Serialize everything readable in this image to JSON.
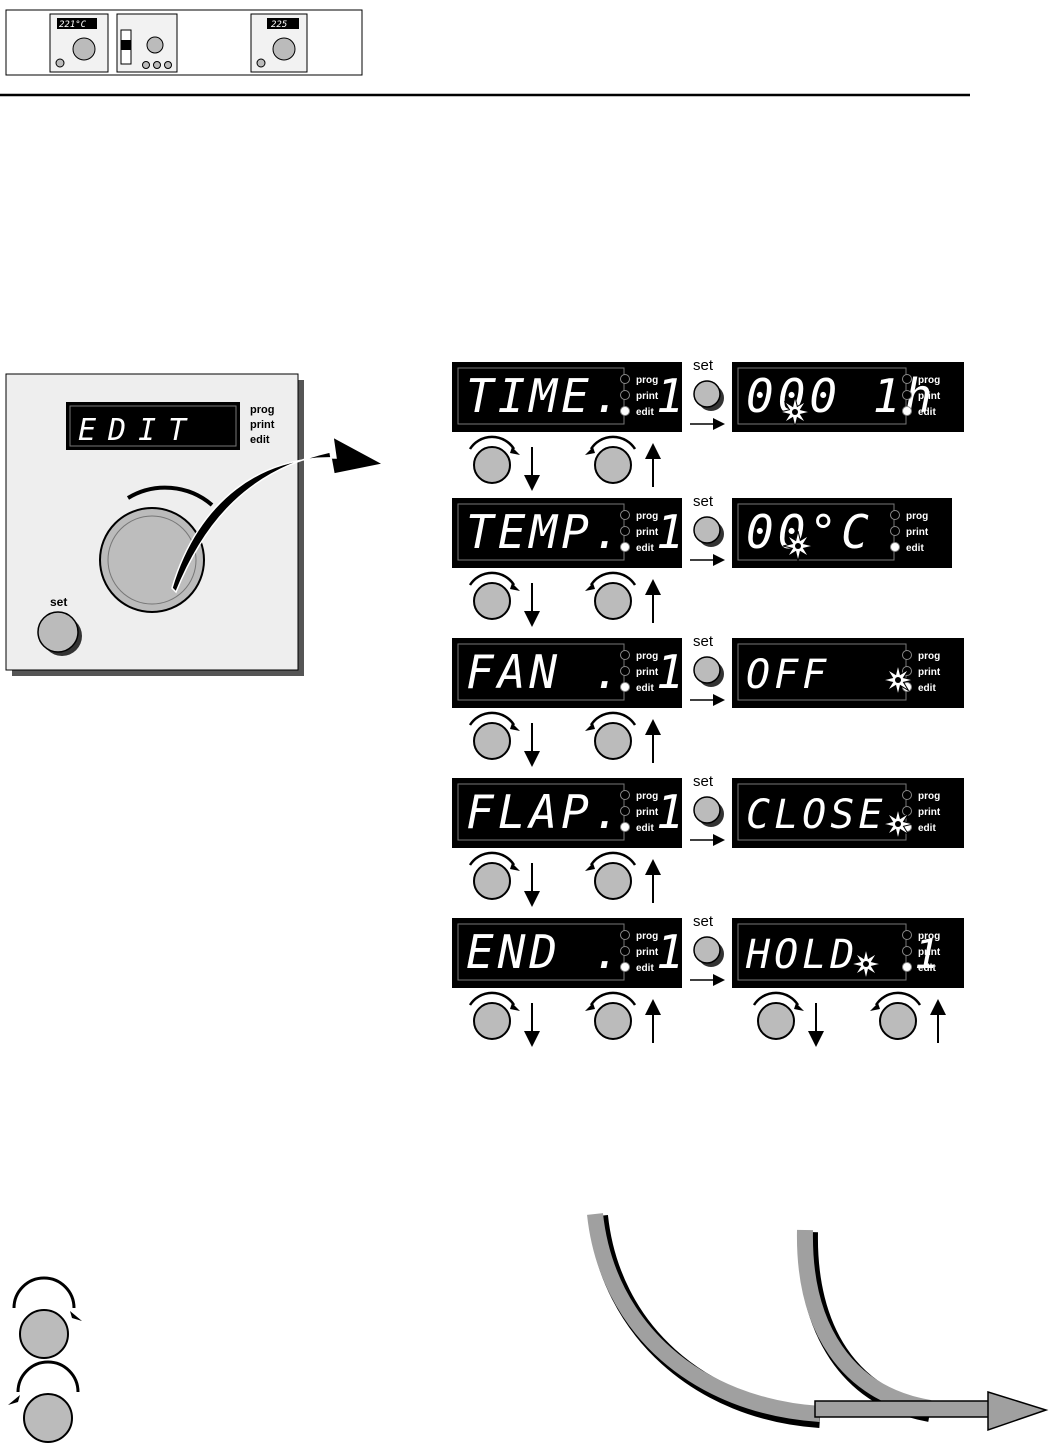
{
  "header": {
    "panel1_display": "221°C",
    "panel2_display": "225"
  },
  "controller": {
    "display_text": "EDIT",
    "indicators": [
      "prog",
      "print",
      "edit"
    ],
    "set_label": "set"
  },
  "rows": [
    {
      "param": "TIME. 1",
      "value": "000 1h"
    },
    {
      "param": "TEMP. 1",
      "value": "00°C"
    },
    {
      "param": "FAN  . 1",
      "value": "OFF"
    },
    {
      "param": "FLAP. 1",
      "value": "CLOSE"
    },
    {
      "param": "END  . 1",
      "value": "HOLD. 1"
    }
  ],
  "indicator_labels": [
    "prog",
    "print",
    "edit"
  ],
  "set_label": "set",
  "colors": {
    "display_bg": "#000000",
    "panel_bg": "#eeeeee",
    "knob_fill": "#bbbbbb",
    "arrow_gray": "#a0a0a0"
  }
}
